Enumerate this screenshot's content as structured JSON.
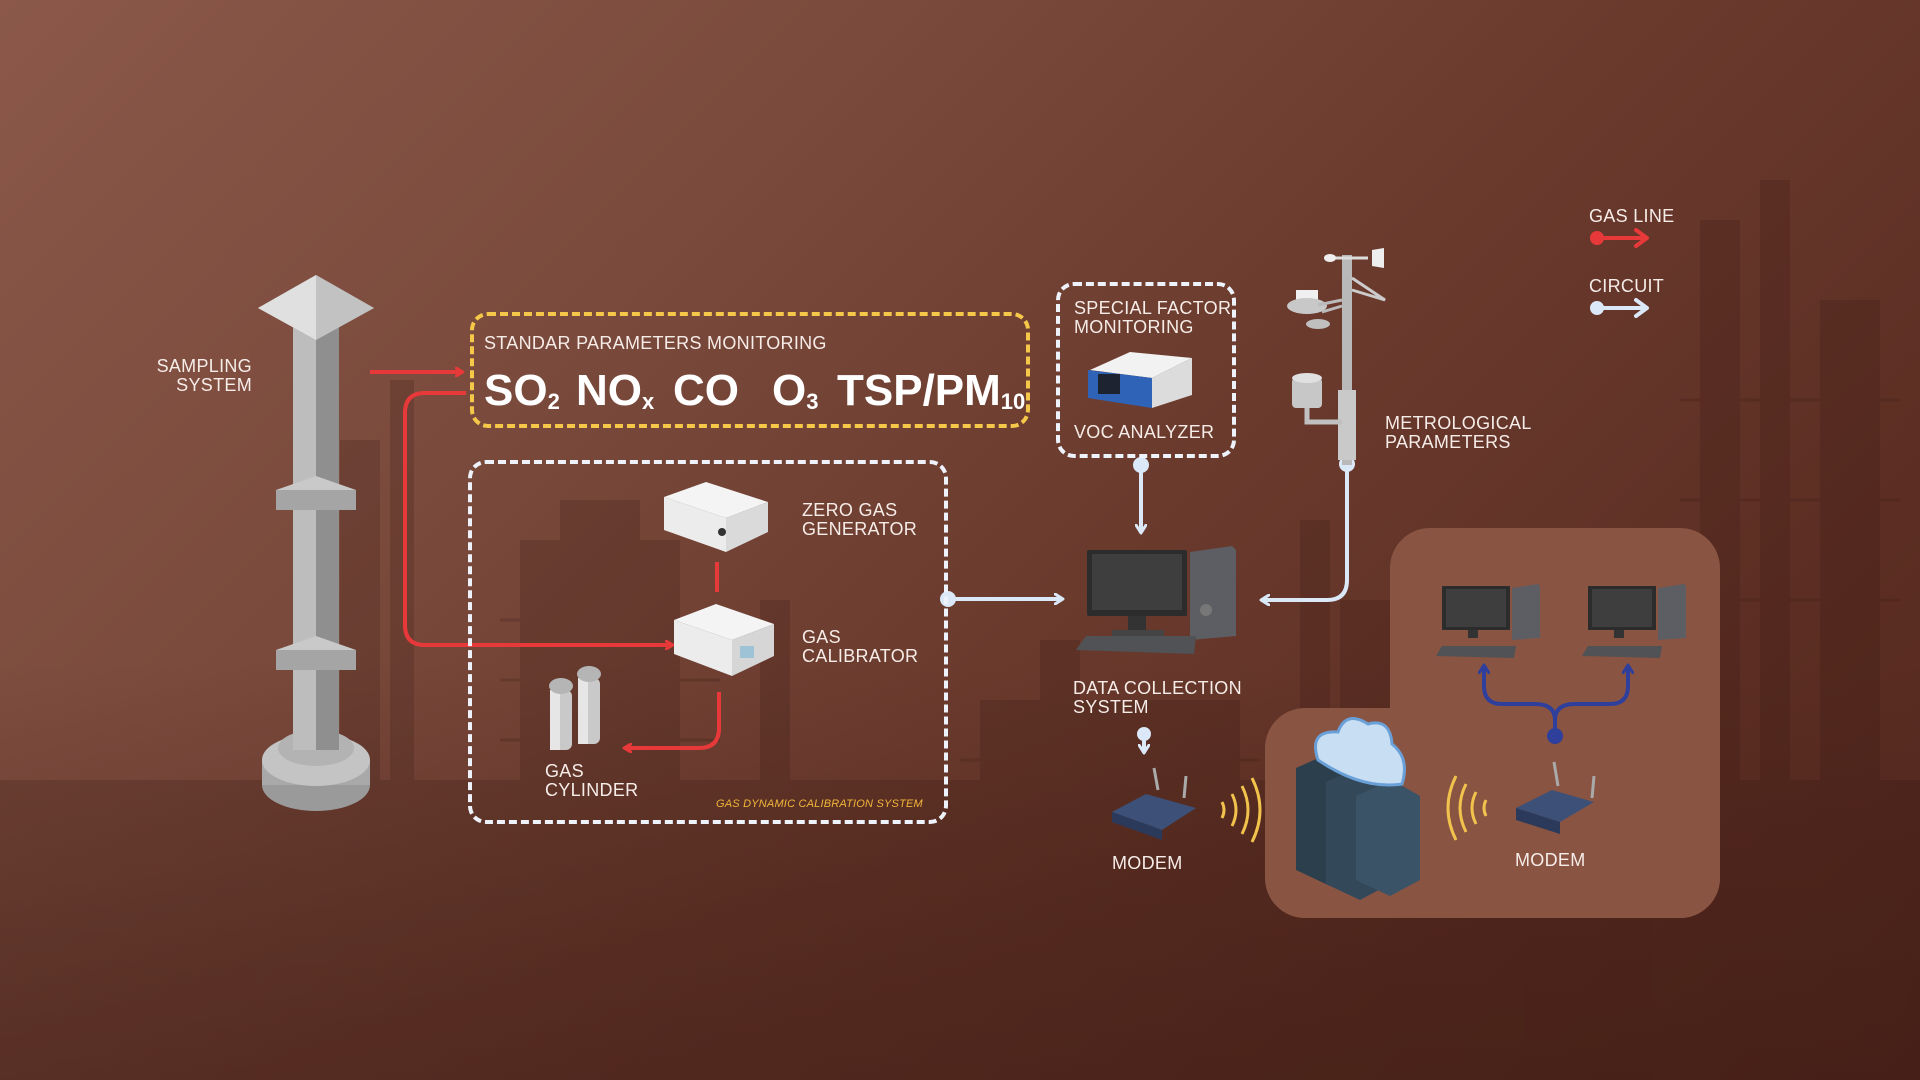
{
  "legend": {
    "gas_line_label": "GAS LINE",
    "circuit_label": "CIRCUIT",
    "gas_line_color": "#e8393a",
    "circuit_color": "#dbe8f7"
  },
  "sampling_system": {
    "label": "SAMPLING\nSYSTEM",
    "icon": "sampling-tower-icon"
  },
  "standard_monitoring": {
    "title": "STANDAR PARAMETERS MONITORING",
    "border_color": "#f5c84a",
    "parameters": [
      {
        "base": "SO",
        "sub": "2"
      },
      {
        "base": "NO",
        "sub": "x"
      },
      {
        "base": "CO",
        "sub": ""
      },
      {
        "base": "O",
        "sub": "3"
      },
      {
        "base": "TSP/PM",
        "sub": "10"
      }
    ]
  },
  "special_monitoring": {
    "title": "SPECIAL FACTOR\nMONITORING",
    "device_label": "VOC ANALYZER",
    "icon": "voc-analyzer-icon"
  },
  "meteorological": {
    "label": "METROLOGICAL\nPARAMETERS",
    "icon": "weather-station-icon"
  },
  "calibration_system": {
    "caption": "GAS DYNAMIC CALIBRATION SYSTEM",
    "caption_color": "#f2b63a",
    "zero_gas_label": "ZERO GAS\nGENERATOR",
    "calibrator_label": "GAS\nCALIBRATOR",
    "cylinder_label": "GAS\nCYLINDER"
  },
  "data_collection": {
    "label": "DATA COLLECTION\nSYSTEM",
    "icon": "desktop-computer-icon"
  },
  "network": {
    "modem_left_label": "MODEM",
    "modem_right_label": "MODEM",
    "server_icon": "cloud-server-icon",
    "branch_color": "#2f3f9c",
    "signal_color": "#f2c34c",
    "panel_color": "#8a5443"
  }
}
